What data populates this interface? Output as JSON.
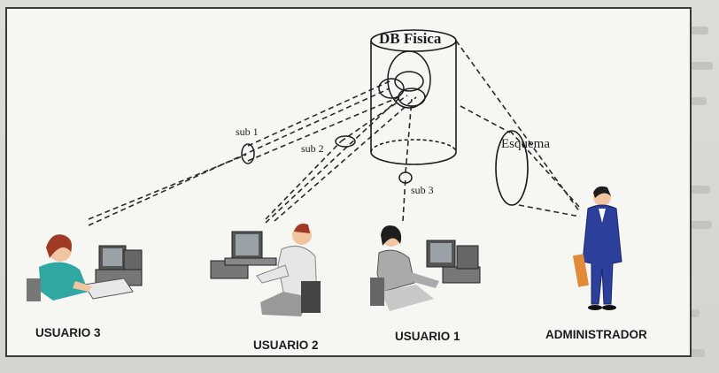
{
  "diagram": {
    "db_label": "DB Fisica",
    "schema_label": "Esquema",
    "sub_labels": [
      "sub 1",
      "sub 2",
      "sub 3"
    ],
    "users": [
      {
        "id": "usuario-3",
        "label": "USUARIO 3"
      },
      {
        "id": "usuario-2",
        "label": "USUARIO 2"
      },
      {
        "id": "usuario-1",
        "label": "USUARIO 1"
      },
      {
        "id": "administrador",
        "label": "ADMINISTRADOR"
      }
    ]
  }
}
